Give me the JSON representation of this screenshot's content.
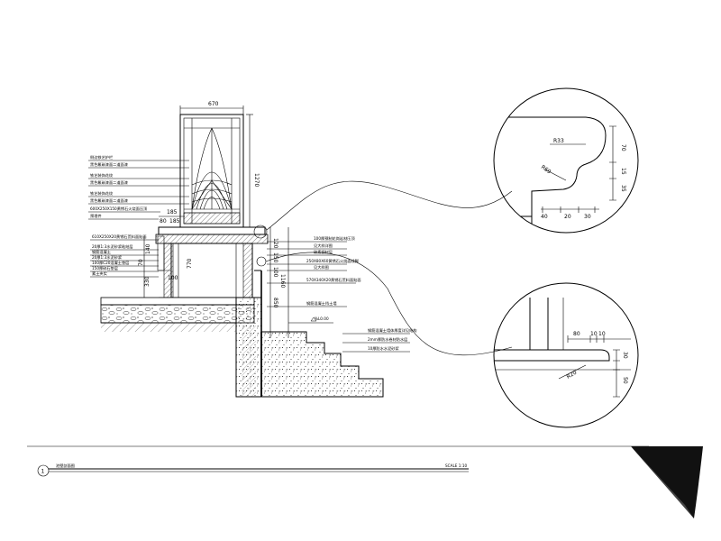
{
  "dimensions": {
    "top_width": "670",
    "frame_height": "1270",
    "cap_a": "185",
    "cap_b": "80",
    "cap_c": "185",
    "pier_height": "770",
    "left_140": "140",
    "left_70": "70",
    "left_330": "330",
    "left_100": "100",
    "right_120": "120",
    "right_150": "150",
    "right_100": "100",
    "right_1160": "1160",
    "right_850": "850",
    "level": "%L0.00"
  },
  "detail_top": {
    "radius_label": "R33",
    "radius_label_2": "R69",
    "dim_70": "70",
    "dim_15": "15",
    "dim_35": "35",
    "dim_40": "40",
    "dim_20": "20",
    "dim_30": "30"
  },
  "detail_bottom": {
    "dim_80": "80",
    "dim_10a": "10",
    "dim_10b": "10",
    "dim_30": "30",
    "dim_50": "50",
    "radius_label": "R20"
  },
  "left_notes": [
    "侧边铁艺护栏",
    "黑色氟碳漆面二道面漆",
    "铁艺装饰花纹",
    "黑色氟碳漆面二道面漆",
    "铁艺装饰花纹",
    "黑色氟碳漆面二道面漆",
    "600X250X150黄锈石火烧面压顶",
    "预埋件",
    "610X250X20黄锈石荒料面贴面",
    "20厚1:3水泥砂浆粘结层",
    "钢筋混凝土",
    "20厚1:3水泥砂浆",
    "100厚C20混凝土垫层",
    "150厚碎石垫层",
    "素土夹实"
  ],
  "right_notes": [
    "100厚预制花岗岩材压顶",
    "见大样详图",
    "碳素钢材层",
    "250X80X60黄锈石火烧面线脚",
    "见大样图",
    "570X340X20黄锈石荒料面贴面",
    "钢筋混凝土挡土墙",
    "钢筋混凝土墙体厚度详见结构",
    "2mm厚防水卷材防水层",
    "10厚防水水泥砂浆"
  ],
  "footer": {
    "index": "1",
    "title": "池壁剖面图",
    "scale": "SCALE 1:10"
  }
}
